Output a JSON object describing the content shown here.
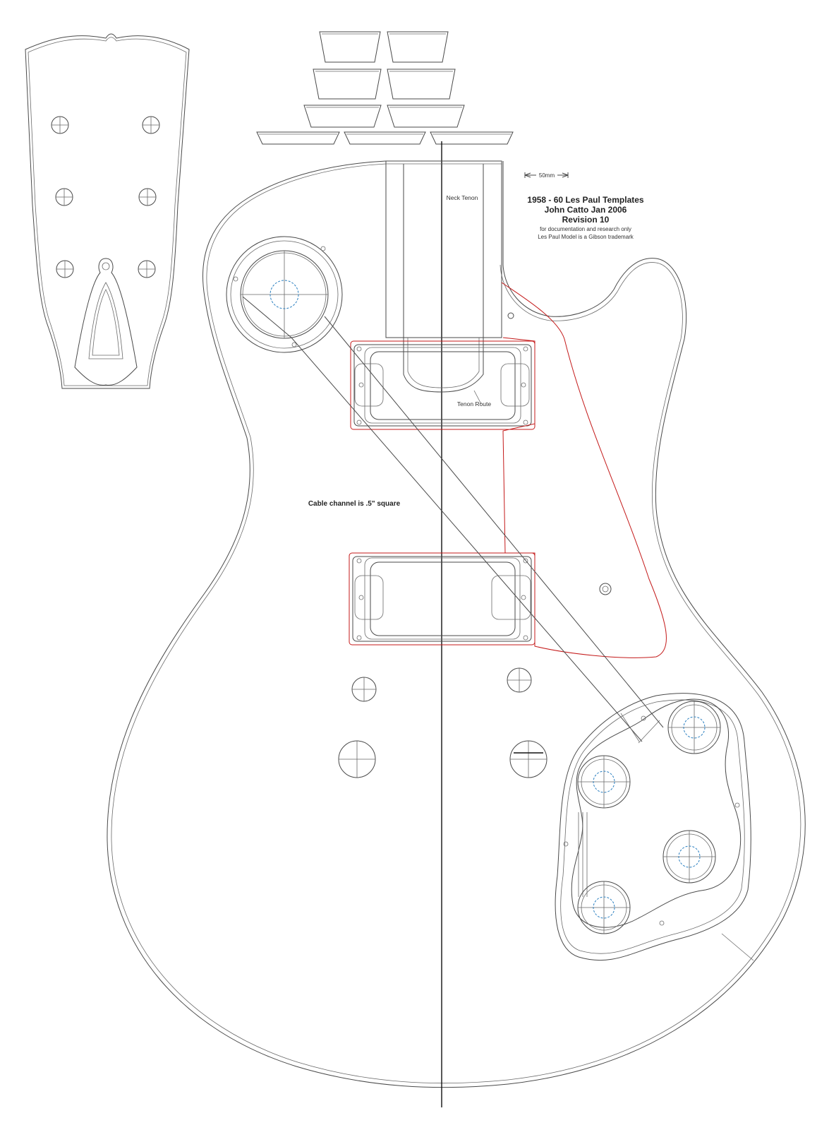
{
  "title_block": {
    "scale_label": "50mm",
    "line1": "1958 - 60 Les Paul Templates",
    "line2": "John Catto Jan 2006",
    "line3": "Revision 10",
    "line4": "for documentation and research only",
    "line5": "Les Paul Model is a Gibson trademark"
  },
  "labels": {
    "neck_tenon": "Neck Tenon",
    "tenon_route": "Tenon Route",
    "cable_note": "Cable channel is .5\" square"
  },
  "colors": {
    "outline": "#4a4a4a",
    "pickguard": "#c41a1a",
    "pot_shaft": "#2a7fc0"
  }
}
